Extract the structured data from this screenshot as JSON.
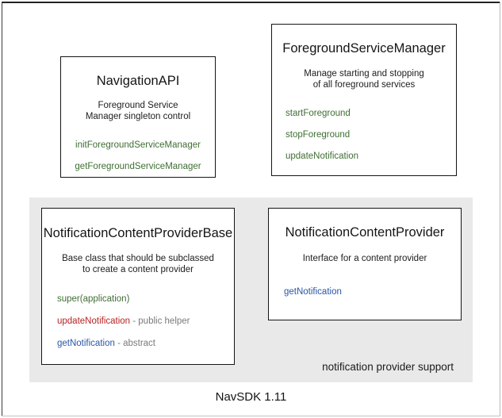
{
  "diagram": {
    "footer_caption": "NavSDK 1.11",
    "group": {
      "caption": "notification provider support",
      "background": "#e9e9e9"
    },
    "colors": {
      "green": "#3f6e33",
      "red": "#b82222",
      "blue": "#2a56a8",
      "note_gray": "#7a7a7a",
      "border": "#151515",
      "text": "#151515"
    },
    "cards": {
      "navigation_api": {
        "title": "NavigationAPI",
        "description_line1": "Foreground Service",
        "description_line2": "Manager singleton control",
        "members": [
          {
            "name": "initForegroundServiceManager",
            "note": "",
            "color": "green"
          },
          {
            "name": "getForegroundServiceManager",
            "note": "",
            "color": "green"
          }
        ]
      },
      "foreground_service_manager": {
        "title": "ForegroundServiceManager",
        "description_line1": "Manage starting and stopping",
        "description_line2": "of all foreground services",
        "members": [
          {
            "name": "startForeground",
            "note": "",
            "color": "green"
          },
          {
            "name": "stopForeground",
            "note": "",
            "color": "green"
          },
          {
            "name": "updateNotification",
            "note": "",
            "color": "green"
          }
        ]
      },
      "notification_content_provider_base": {
        "title": "NotificationContentProviderBase",
        "description_line1": "Base class that should be subclassed",
        "description_line2": "to create a content provider",
        "members": [
          {
            "name": "super(application)",
            "note": "",
            "color": "green"
          },
          {
            "name": "updateNotification",
            "note": " - public helper",
            "color": "red"
          },
          {
            "name": "getNotification",
            "note": " - abstract",
            "color": "blue"
          }
        ]
      },
      "notification_content_provider": {
        "title": "NotificationContentProvider",
        "description_line1": "Interface for a content provider",
        "description_line2": "",
        "members": [
          {
            "name": "getNotification",
            "note": "",
            "color": "blue"
          }
        ]
      }
    }
  }
}
